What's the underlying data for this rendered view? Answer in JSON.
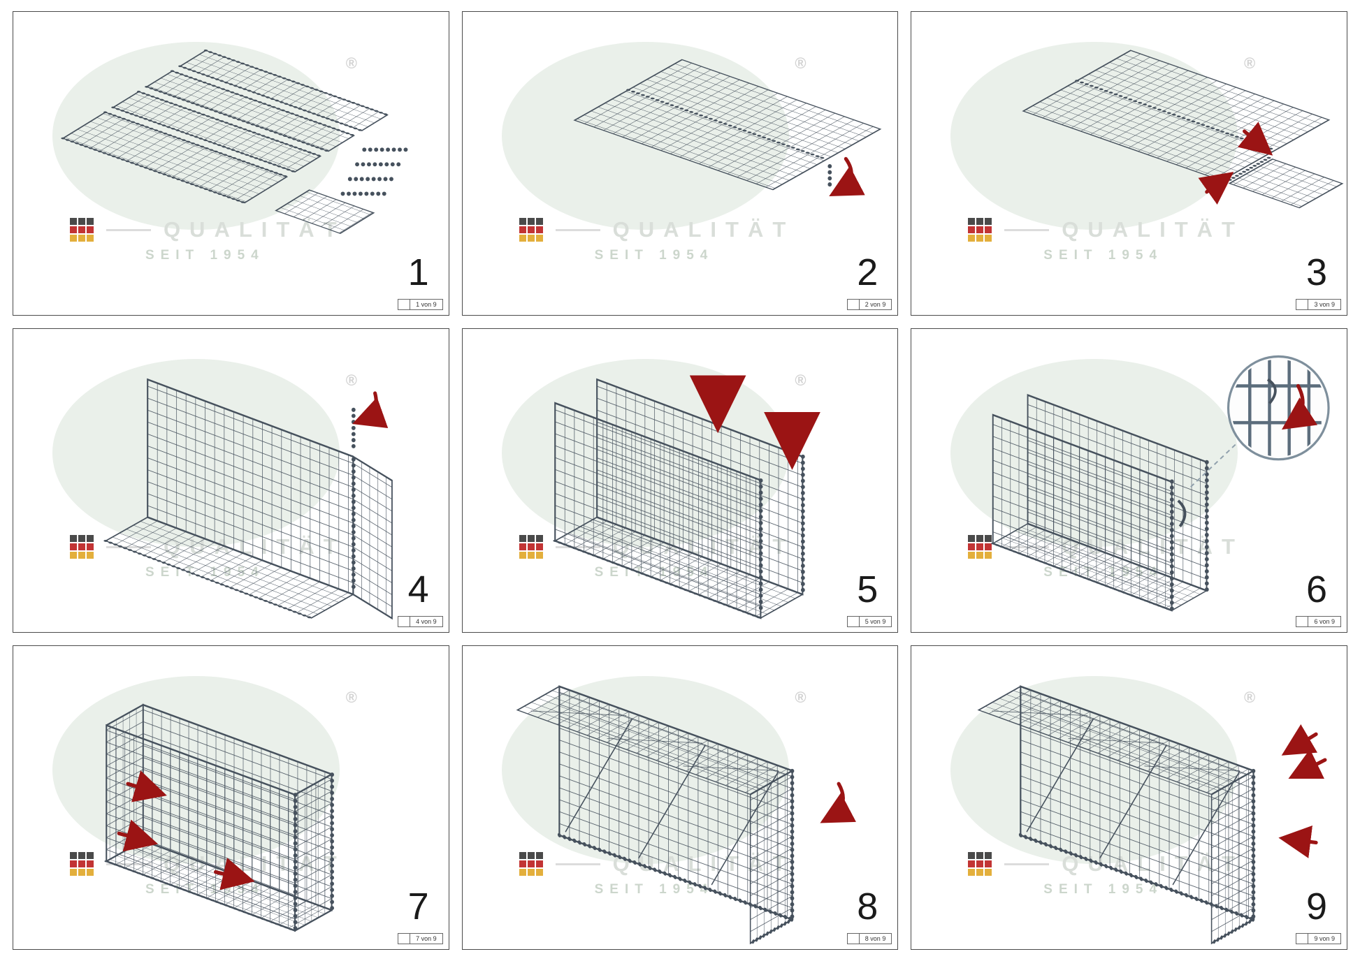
{
  "watermark": {
    "line1": "QUALITÄT",
    "line2": "SEIT 1954",
    "registered_mark": "®"
  },
  "colors": {
    "mesh": "#46515d",
    "arrow": "#9b1414",
    "watermark-text": "#d9ded9",
    "ellipse": "#eaf0ea",
    "flag-black": "#4a4a4a",
    "flag-red": "#c23434",
    "flag-gold": "#e3af3c",
    "border": "#4a4a4a"
  },
  "panels": [
    {
      "number": "1",
      "page_label": "1 von 9"
    },
    {
      "number": "2",
      "page_label": "2 von 9"
    },
    {
      "number": "3",
      "page_label": "3 von 9"
    },
    {
      "number": "4",
      "page_label": "4 von 9"
    },
    {
      "number": "5",
      "page_label": "5 von 9"
    },
    {
      "number": "6",
      "page_label": "6 von 9"
    },
    {
      "number": "7",
      "page_label": "7 von 9"
    },
    {
      "number": "8",
      "page_label": "8 von 9"
    },
    {
      "number": "9",
      "page_label": "9 von 9"
    }
  ]
}
